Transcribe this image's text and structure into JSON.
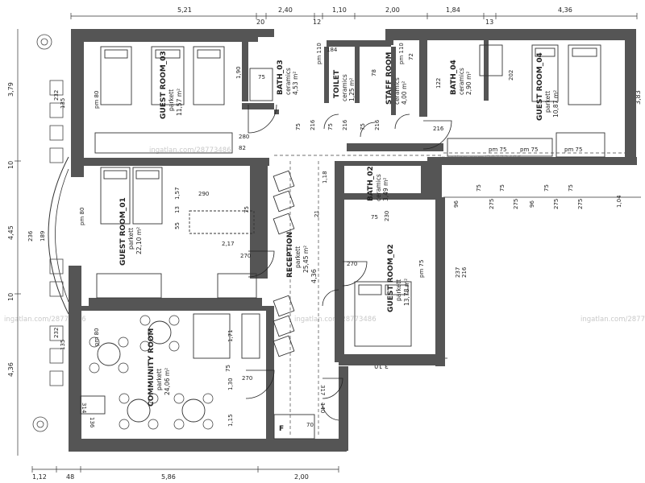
{
  "dims": {
    "top": [
      "5,21",
      "20",
      "2,40",
      "12",
      "1,10",
      "2,00",
      "1,84",
      "13",
      "4,36"
    ],
    "bottom": [
      "1,12",
      "48",
      "5,86",
      "2,00"
    ],
    "left": [
      "3,79",
      "10",
      "4,45",
      "10",
      "4,36"
    ],
    "right_top": "3,83",
    "mid": [
      "3,10"
    ]
  },
  "rooms": {
    "guest3": {
      "name": "GUEST ROOM_03",
      "floor": "parkett",
      "area": "11,57 m²"
    },
    "guest4": {
      "name": "GUEST ROOM_04",
      "floor": "parkett",
      "area": "10,87 m²"
    },
    "guest1": {
      "name": "GUEST ROOM_01",
      "floor": "parkett",
      "area": "22,10 m²"
    },
    "guest2": {
      "name": "GUEST ROOM_02",
      "floor": "parkett",
      "area": "13,78 m²"
    },
    "bath3": {
      "name": "BATH_03",
      "floor": "ceramics",
      "area": "4,53 m²"
    },
    "bath4": {
      "name": "BATH_04",
      "floor": "ceramics",
      "area": "2,90 m²"
    },
    "bath2": {
      "name": "BATH_02",
      "floor": "ceramics",
      "area": "3,49 m²"
    },
    "toilet": {
      "name": "TOILET",
      "floor": "ceramics",
      "area": "1,25 m²"
    },
    "staff": {
      "name": "STAFF ROOM",
      "floor": "ceramics",
      "area": "4,00 m²"
    },
    "reception": {
      "name": "RECEPTION",
      "floor": "parkett",
      "area": "25,45 m²",
      "height": "4,36"
    },
    "community": {
      "name": "COMMUNITY ROOM",
      "floor": "parkett",
      "area": "24,06 m²"
    }
  },
  "labels": {
    "pm80": "pm 80",
    "pm75": "pm 75",
    "pm110": "pm 110",
    "n75": "75",
    "n216": "216",
    "n280": "280",
    "n270": "270",
    "n237": "237",
    "n236": "236",
    "n189": "189",
    "n232": "232",
    "n135": "135",
    "n82": "82",
    "n1_90": "1,90",
    "n1_57": "1,57",
    "n1_18": "1,18",
    "n2_17": "2,17",
    "n1_71": "1,71",
    "n1_30": "1,30",
    "n1_15": "1,15",
    "n1_04": "1,04",
    "n317": "317",
    "n140": "140",
    "n314": "314",
    "n136": "136",
    "n70": "70",
    "n290": "290",
    "n230": "230",
    "n275": "275",
    "n96": "96",
    "n13": "13",
    "n55": "55",
    "n21": "21",
    "n202": "202",
    "n122": "122",
    "n72": "72",
    "n78": "78",
    "n184": "184",
    "F": "F"
  },
  "watermark": "ingatlan.com/28773486"
}
